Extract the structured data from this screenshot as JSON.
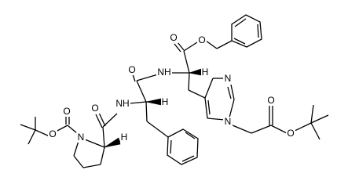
{
  "labels": {
    "boc_o_carbonyl": "O",
    "boc_o_ester": "O",
    "pro_n": "N",
    "pro_h": "H",
    "pro_o": "O",
    "phe_nh": "NH",
    "phe_h": "H",
    "phe_o": "O",
    "his_nh": "NH",
    "his_h": "H",
    "bn_o_carbonyl": "O",
    "bn_o_ester": "O",
    "im_n3": "N",
    "im_n1": "N",
    "tbu_o_carbonyl": "O",
    "tbu_o_ester": "O"
  }
}
